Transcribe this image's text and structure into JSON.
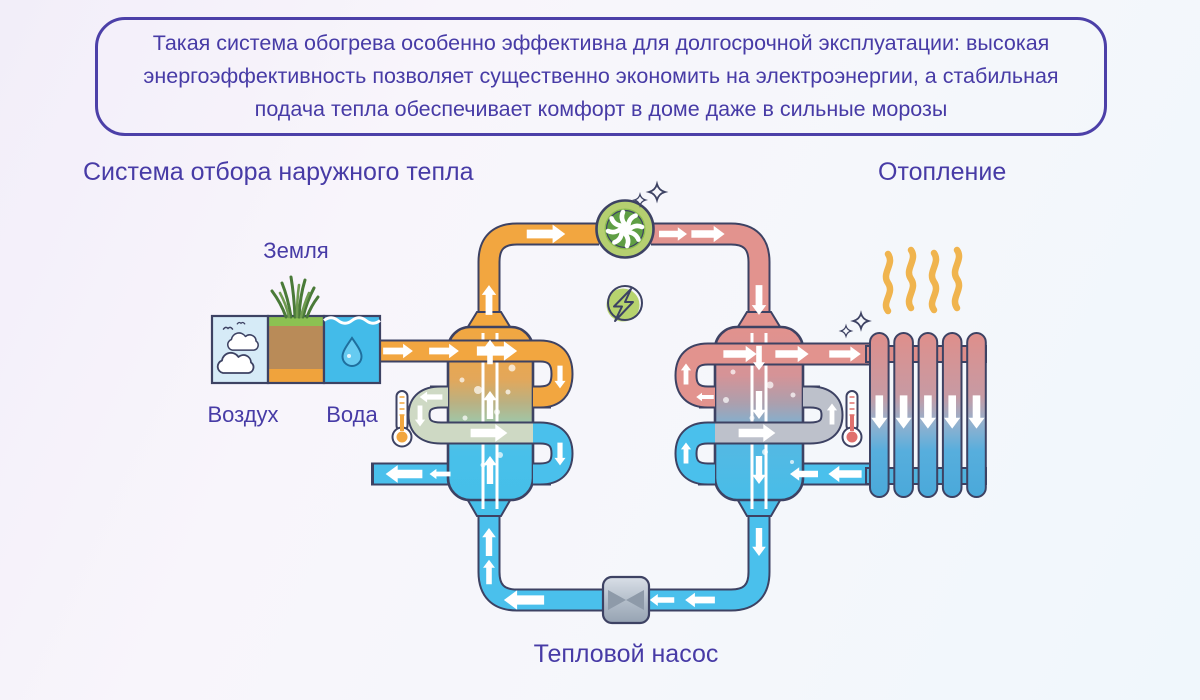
{
  "callout": {
    "text": "Такая система обогрева особенно эффективна для долгосрочной эксплуатации: высокая энергоэффективность позволяет существенно экономить на электроэнергии, а стабильная подача тепла обеспечивает комфорт в доме даже в сильные морозы"
  },
  "headings": {
    "left": "Система отбора наружного тепла",
    "right": "Отопление"
  },
  "labels": {
    "ground": "Земля",
    "air": "Воздух",
    "water": "Вода",
    "heat_pump": "Тепловой насос"
  },
  "icons": {
    "compressor": "fan-icon",
    "electricity": "lightning-icon",
    "expansion_valve": "valve-icon",
    "thermometer_cold": "thermometer-icon",
    "thermometer_hot": "thermometer-icon",
    "radiator": "radiator-icon",
    "heat_waves": "heat-wave-icon",
    "sparkles": "sparkle-icon",
    "air_source": "clouds-icon",
    "ground_source": "soil-icon",
    "water_source": "water-drop-icon",
    "grass": "grass-icon"
  },
  "colors": {
    "accent_purple": "#473ba6",
    "callout_border": "#4c40a8",
    "outline_navy": "#3d4263",
    "pipe_orange": "#f2a640",
    "pipe_blue": "#4ac0ec",
    "pipe_pink": "#e2938e",
    "pipe_sage": "#ced9c4",
    "pipe_gray": "#bdc1cb",
    "compressor_green": "#5f9e44",
    "energy_green": "#b7d36e",
    "heat_wave_orange": "#f0b44e"
  }
}
